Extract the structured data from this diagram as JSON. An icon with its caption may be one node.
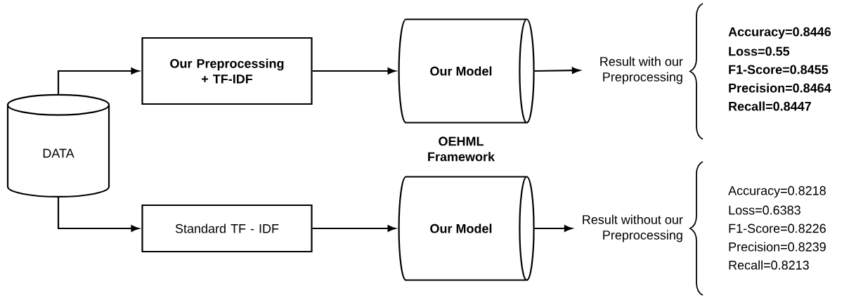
{
  "diagram": {
    "nodes": [
      {
        "text": [
          "DATA"
        ]
      },
      {
        "text": [
          "Our Preprocessing + TF-IDF"
        ]
      },
      {
        "text": [
          "Standard TF - IDF"
        ]
      },
      {
        "text": [
          "Our Model"
        ]
      },
      {
        "text": [
          "Our Model"
        ]
      },
      {
        "text": [
          "Result with our Preprocessing"
        ]
      },
      {
        "text": [
          "Result without our Preprocessing"
        ]
      }
    ],
    "edges": [
      {
        "from": 0,
        "to": 1,
        "arrow": "to"
      },
      {
        "from": 0,
        "to": 2,
        "arrow": "to"
      },
      {
        "from": 1,
        "to": 3,
        "arrow": "to"
      },
      {
        "from": 2,
        "to": 4,
        "arrow": "to"
      },
      {
        "from": 3,
        "to": 5,
        "arrow": "to"
      },
      {
        "from": 4,
        "to": 6,
        "arrow": "to"
      }
    ],
    "labels": [
      "OEHML Framework",
      "Accuracy=0.8446",
      "Loss=0.55",
      "F1-Score=0.8455",
      "Precision=0.8464",
      "Recall=0.8447",
      "Accuracy=0.8218",
      "Loss=0.6383",
      "F1-Score=0.8226",
      "Precision=0.8239",
      "Recall=0.8213"
    ]
  }
}
